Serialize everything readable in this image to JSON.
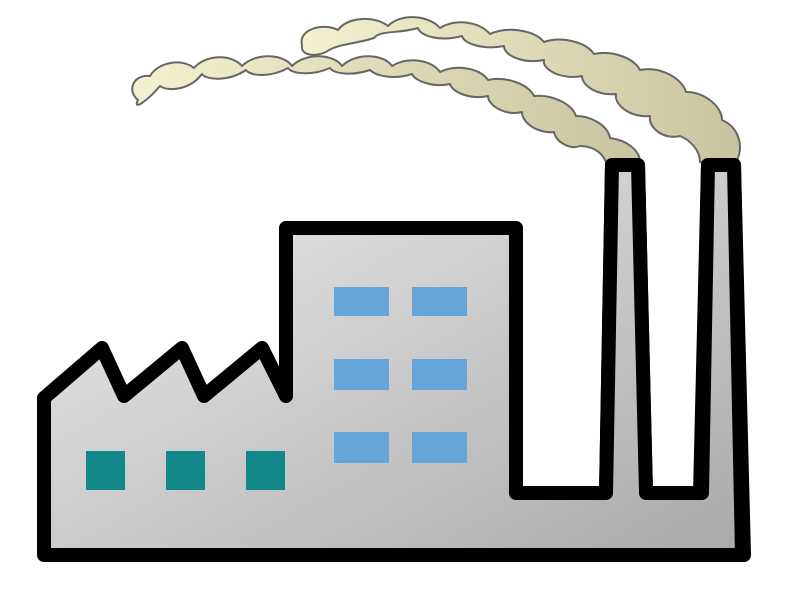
{
  "illustration": {
    "subject": "factory-icon",
    "colors": {
      "background": "#ffffff",
      "outline": "#000000",
      "building_light": "#eeeeee",
      "building_dark": "#a9a9a9",
      "smoke_light": "#f3f1cf",
      "smoke_dark": "#c9c4a0",
      "smoke_outline": "#666666",
      "office_window": "#66a5d9",
      "factory_window": "#13888a"
    },
    "counts": {
      "office_windows": 6,
      "factory_windows": 3,
      "chimneys": 2,
      "roof_teeth": 3
    }
  }
}
